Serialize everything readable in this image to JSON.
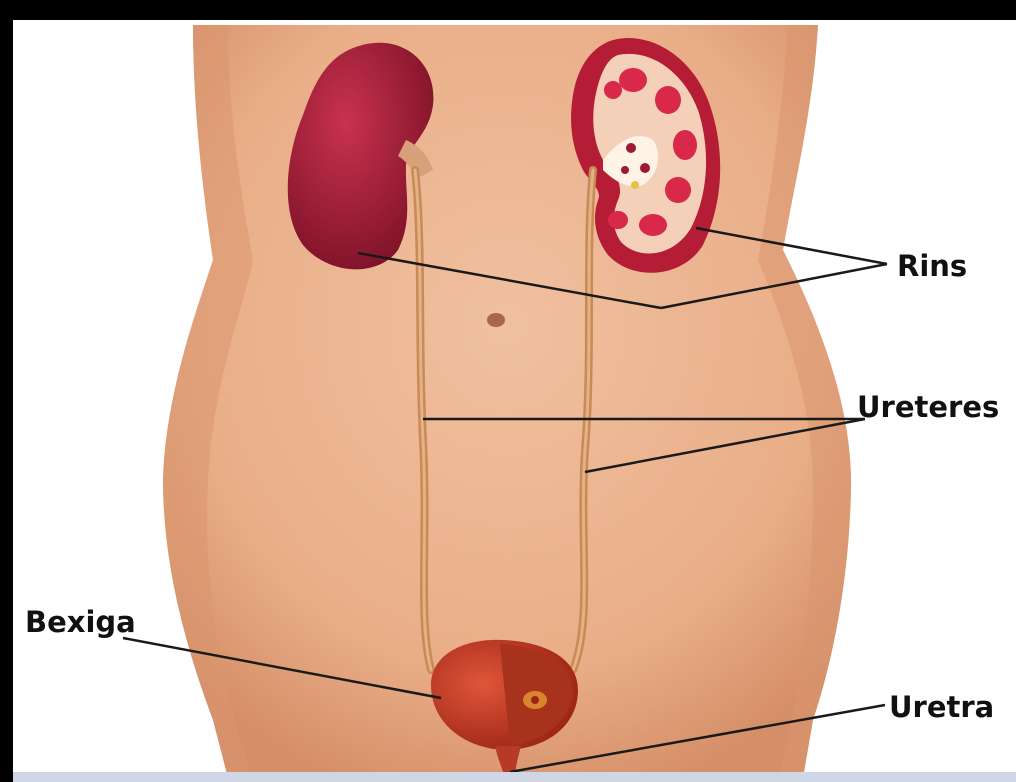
{
  "labels": {
    "rins": "Rins",
    "ureteres": "Ureteres",
    "bexiga": "Bexiga",
    "uretra": "Uretra"
  },
  "colors": {
    "skin": "#ecb38f",
    "skin_shadow": "#d9936c",
    "kidney": "#a51e38",
    "kidney_cut": "#d8294a",
    "ureter": "#c98b55",
    "bladder": "#c6321f",
    "leader_line": "#1a1a1a",
    "frame": "#000000"
  }
}
